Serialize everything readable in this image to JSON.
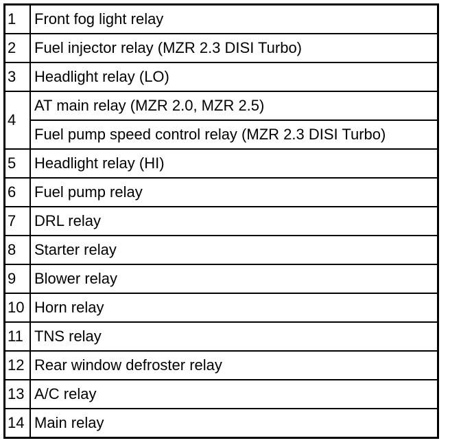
{
  "rows": [
    {
      "num": "1",
      "items": [
        "Front fog light relay"
      ]
    },
    {
      "num": "2",
      "items": [
        "Fuel injector relay (MZR 2.3 DISI Turbo)"
      ]
    },
    {
      "num": "3",
      "items": [
        "Headlight relay (LO)"
      ]
    },
    {
      "num": "4",
      "items": [
        "AT main relay (MZR 2.0, MZR 2.5)",
        "Fuel pump speed control relay (MZR 2.3 DISI Turbo)"
      ]
    },
    {
      "num": "5",
      "items": [
        "Headlight relay (HI)"
      ]
    },
    {
      "num": "6",
      "items": [
        "Fuel pump relay"
      ]
    },
    {
      "num": "7",
      "items": [
        "DRL relay"
      ]
    },
    {
      "num": "8",
      "items": [
        "Starter relay"
      ]
    },
    {
      "num": "9",
      "items": [
        "Blower relay"
      ]
    },
    {
      "num": "10",
      "items": [
        "Horn relay"
      ]
    },
    {
      "num": "11",
      "items": [
        "TNS relay"
      ]
    },
    {
      "num": "12",
      "items": [
        "Rear window defroster relay"
      ]
    },
    {
      "num": "13",
      "items": [
        "A/C relay"
      ]
    },
    {
      "num": "14",
      "items": [
        "Main relay"
      ]
    }
  ]
}
